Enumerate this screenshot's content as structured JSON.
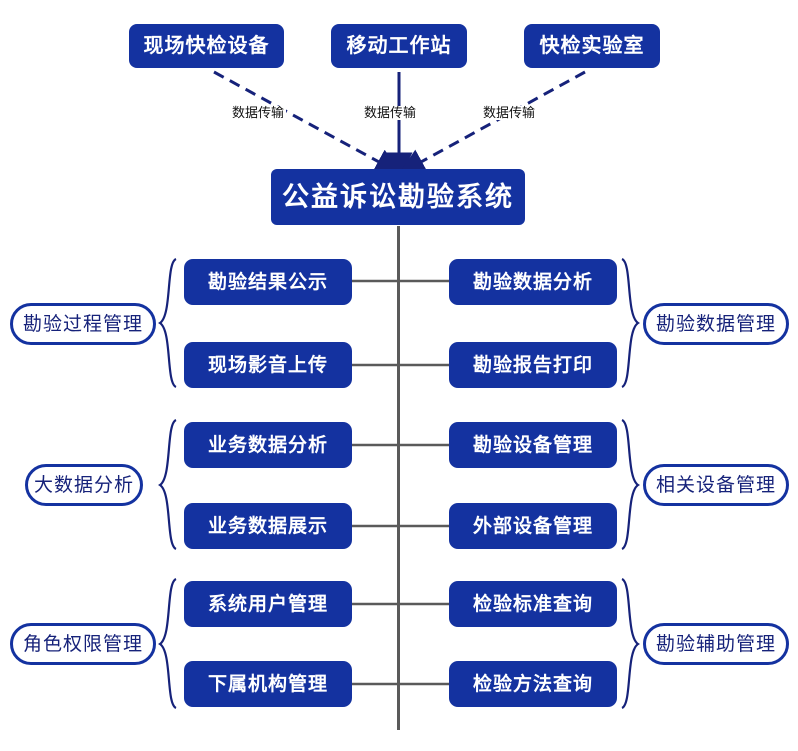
{
  "diagram": {
    "title_node": {
      "label": "公益诉讼勘验系统"
    },
    "sources": [
      {
        "label": "现场快检设备",
        "edge_label": "数据传输",
        "edge_style": "dashed"
      },
      {
        "label": "移动工作站",
        "edge_label": "数据传输",
        "edge_style": "solid"
      },
      {
        "label": "快检实验室",
        "edge_label": "数据传输",
        "edge_style": "dashed"
      }
    ],
    "groups": [
      {
        "left_pill": "勘验过程管理",
        "left_items": [
          "勘验结果公示",
          "现场影音上传"
        ],
        "right_items": [
          "勘验数据分析",
          "勘验报告打印"
        ],
        "right_pill": "勘验数据管理"
      },
      {
        "left_pill": "大数据分析",
        "left_items": [
          "业务数据分析",
          "业务数据展示"
        ],
        "right_items": [
          "勘验设备管理",
          "外部设备管理"
        ],
        "right_pill": "相关设备管理"
      },
      {
        "left_pill": "角色权限管理",
        "left_items": [
          "系统用户管理",
          "下属机构管理"
        ],
        "right_items": [
          "检验标准查询",
          "检验方法查询"
        ],
        "right_pill": "勘验辅助管理"
      }
    ],
    "colors": {
      "node_fill": "#1432a0",
      "node_text": "#ffffff",
      "pill_border": "#1432a0",
      "pill_text": "#16227a",
      "connector": "#5a5a5a",
      "arrow": "#16227a",
      "background": "#ffffff"
    }
  }
}
